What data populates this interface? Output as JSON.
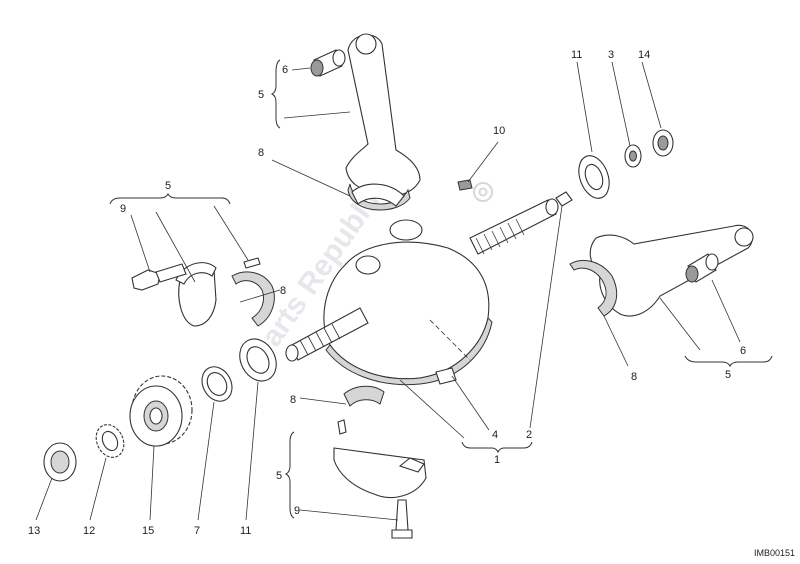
{
  "labels": {
    "l1": "1",
    "l2": "2",
    "l3": "3",
    "l4": "4",
    "l5a": "5",
    "l5b": "5",
    "l5c": "5",
    "l5d": "5",
    "l6a": "6",
    "l6b": "6",
    "l7": "7",
    "l8a": "8",
    "l8b": "8",
    "l8c": "8",
    "l8d": "8",
    "l9a": "9",
    "l9b": "9",
    "l10": "10",
    "l11a": "11",
    "l11b": "11",
    "l12": "12",
    "l13": "13",
    "l14": "14",
    "l15": "15"
  },
  "drawing_code": "IMB00151",
  "watermark": "Parts Republik",
  "colors": {
    "line": "#333333",
    "shade": "#d6d6d6",
    "watermark": "#b8bcc4"
  }
}
